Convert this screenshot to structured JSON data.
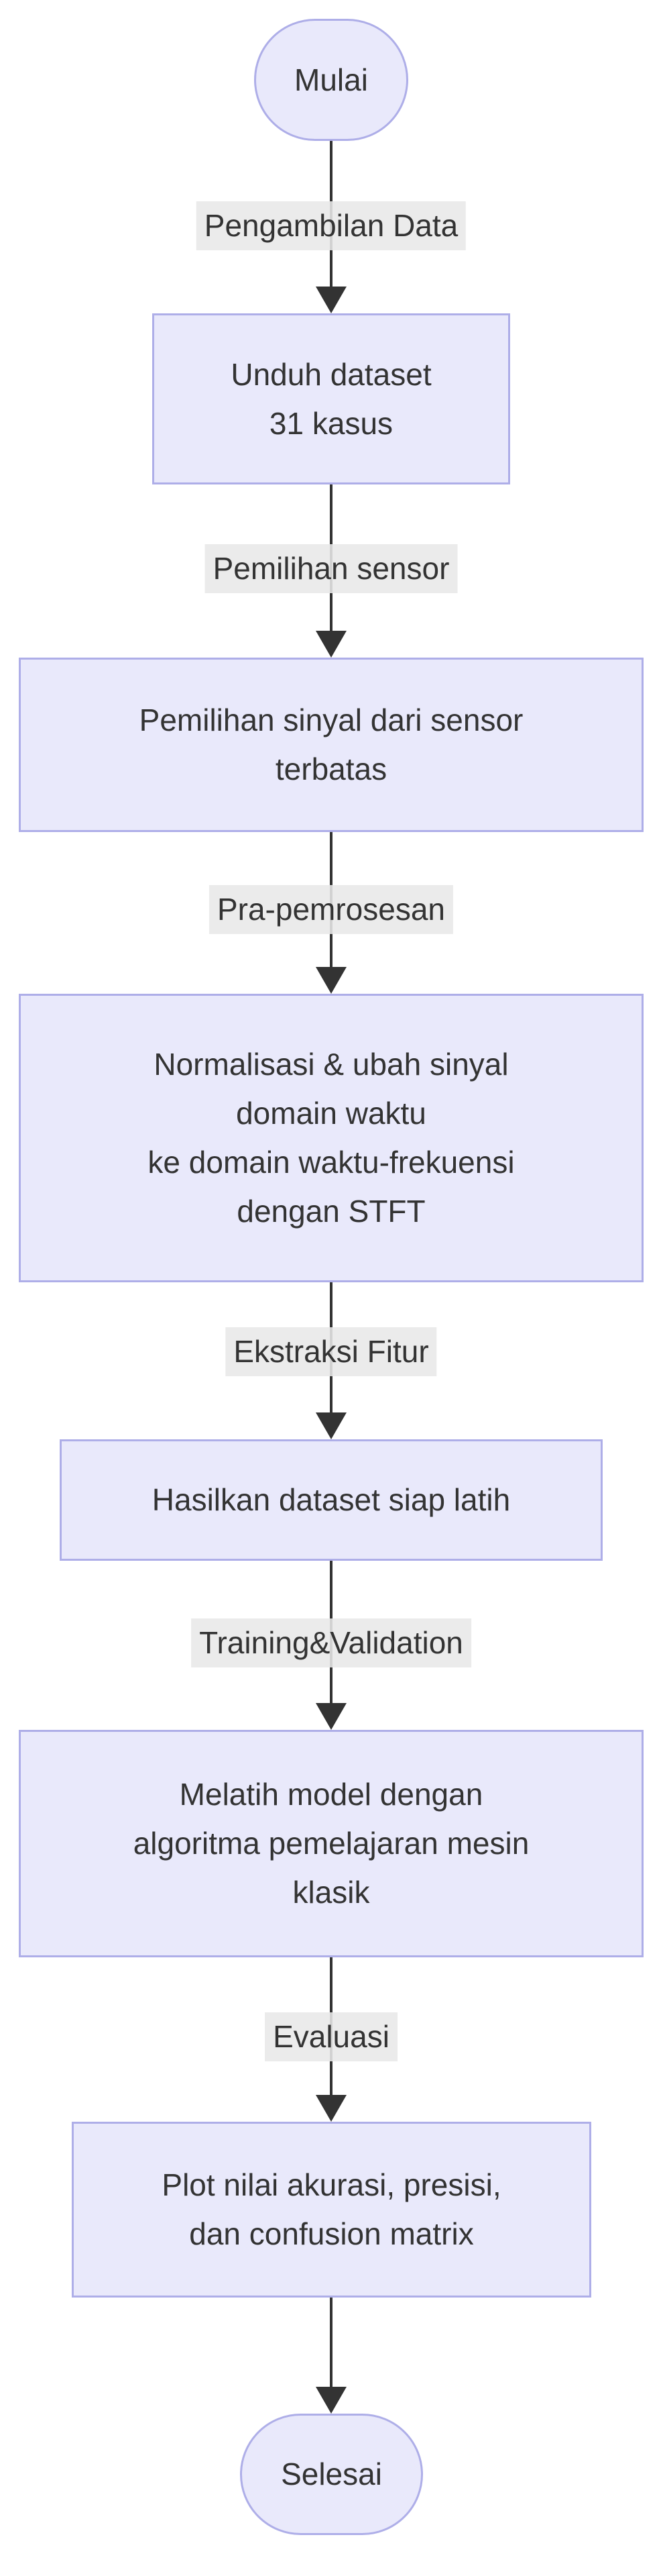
{
  "diagram": {
    "type": "flowchart",
    "direction": "top-down",
    "colors": {
      "background": "#ffffff",
      "node_fill": "#e9e9fb",
      "node_border": "#aeaee8",
      "edge_line": "#333333",
      "edge_label_background": "#e8e8e8",
      "text": "#333333"
    },
    "nodes": [
      {
        "id": "start",
        "shape": "stadium",
        "label": "Mulai"
      },
      {
        "id": "download",
        "shape": "rect",
        "label": "Unduh dataset\n31 kasus"
      },
      {
        "id": "sensor",
        "shape": "rect",
        "label": "Pemilihan sinyal dari sensor\nterbatas"
      },
      {
        "id": "preprocess",
        "shape": "rect",
        "label": "Normalisasi & ubah sinyal\ndomain waktu\nke domain waktu-frekuensi\ndengan STFT"
      },
      {
        "id": "dataset",
        "shape": "rect",
        "label": "Hasilkan dataset siap latih"
      },
      {
        "id": "train",
        "shape": "rect",
        "label": "Melatih model dengan\nalgoritma pemelajaran mesin\nklasik"
      },
      {
        "id": "plot",
        "shape": "rect",
        "label": "Plot nilai akurasi, presisi,\ndan confusion matrix"
      },
      {
        "id": "end",
        "shape": "stadium",
        "label": "Selesai"
      }
    ],
    "edges": [
      {
        "from": "start",
        "to": "download",
        "label": "Pengambilan Data"
      },
      {
        "from": "download",
        "to": "sensor",
        "label": "Pemilihan sensor"
      },
      {
        "from": "sensor",
        "to": "preprocess",
        "label": "Pra-pemrosesan"
      },
      {
        "from": "preprocess",
        "to": "dataset",
        "label": "Ekstraksi Fitur"
      },
      {
        "from": "dataset",
        "to": "train",
        "label": "Training&Validation"
      },
      {
        "from": "train",
        "to": "plot",
        "label": "Evaluasi"
      },
      {
        "from": "plot",
        "to": "end",
        "label": ""
      }
    ]
  }
}
